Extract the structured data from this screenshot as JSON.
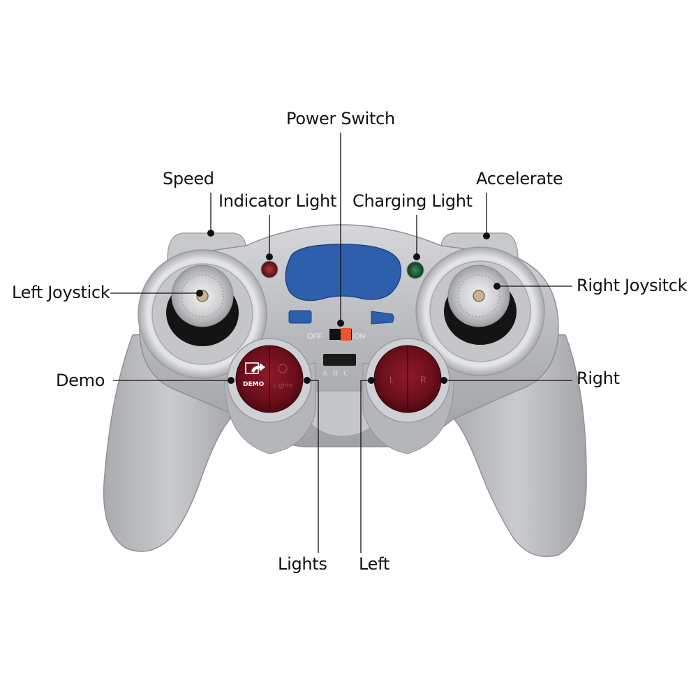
{
  "diagram": {
    "subject": "RC car remote controller",
    "colors": {
      "background": "#ffffff",
      "body_silver": "#b9bbbe",
      "body_highlight": "#dcdde0",
      "body_shadow": "#8d8f93",
      "blue_panel": "#2d5fad",
      "red_button": "#7a1020",
      "indicator_red": "#6b1414",
      "charging_green": "#1d5a33",
      "switch_orange": "#e8572e",
      "joystick_black": "#151515",
      "callout_line": "#111111"
    },
    "device_markings": {
      "power_off": "OFF",
      "power_on": "ON",
      "channel": "A B C",
      "demo_button": "DEMO",
      "lights_button": "Lights",
      "left_button": "L",
      "right_button": "R"
    },
    "callouts": [
      {
        "id": "power-switch",
        "label": "Power Switch"
      },
      {
        "id": "speed",
        "label": "Speed"
      },
      {
        "id": "accelerate",
        "label": "Accelerate"
      },
      {
        "id": "indicator-light",
        "label": "Indicator Light"
      },
      {
        "id": "charging-light",
        "label": "Charging Light"
      },
      {
        "id": "left-joystick",
        "label": "Left Joystick"
      },
      {
        "id": "right-joystick",
        "label": "Right Joysitck"
      },
      {
        "id": "demo",
        "label": "Demo"
      },
      {
        "id": "right",
        "label": "Right"
      },
      {
        "id": "lights",
        "label": "Lights"
      },
      {
        "id": "left",
        "label": "Left"
      }
    ]
  }
}
